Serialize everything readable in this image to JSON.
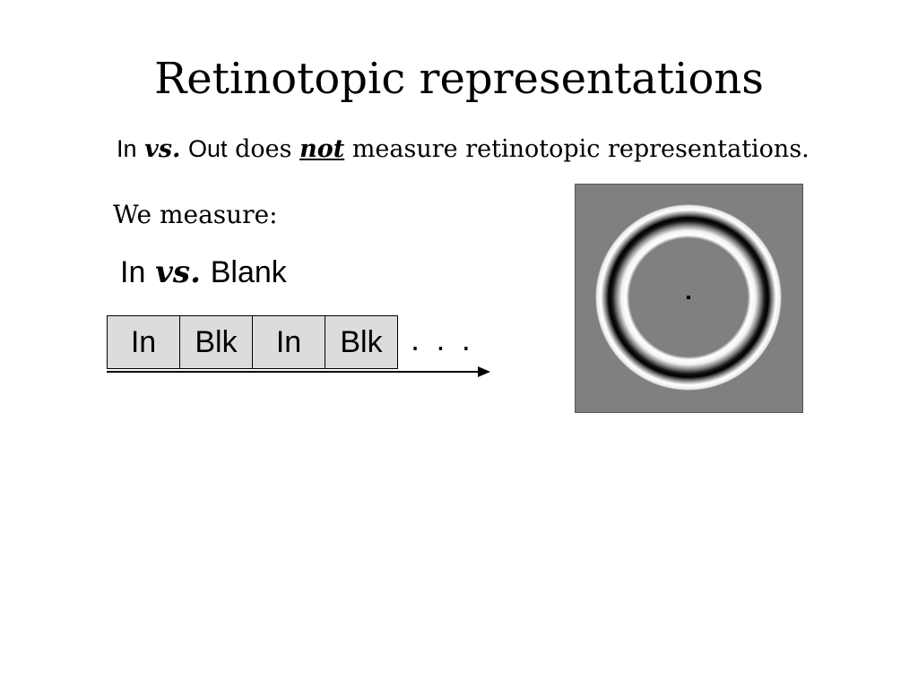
{
  "title": "Retinotopic representations",
  "subtitle": {
    "cond_a": "In",
    "vs": "vs.",
    "cond_b": "Out",
    "does": "does",
    "not": "not",
    "rest": "measure retinotopic representations."
  },
  "we_measure": "We measure:",
  "condition": {
    "a": "In",
    "vs": "vs.",
    "b": "Blank"
  },
  "blocks": [
    "In",
    "Blk",
    "In",
    "Blk"
  ],
  "ellipsis": ". . .",
  "colors": {
    "block_fill": "#dcdcdc",
    "stimulus_background": "#808080",
    "ring_light": "#ffffff",
    "ring_dark": "#000000"
  }
}
